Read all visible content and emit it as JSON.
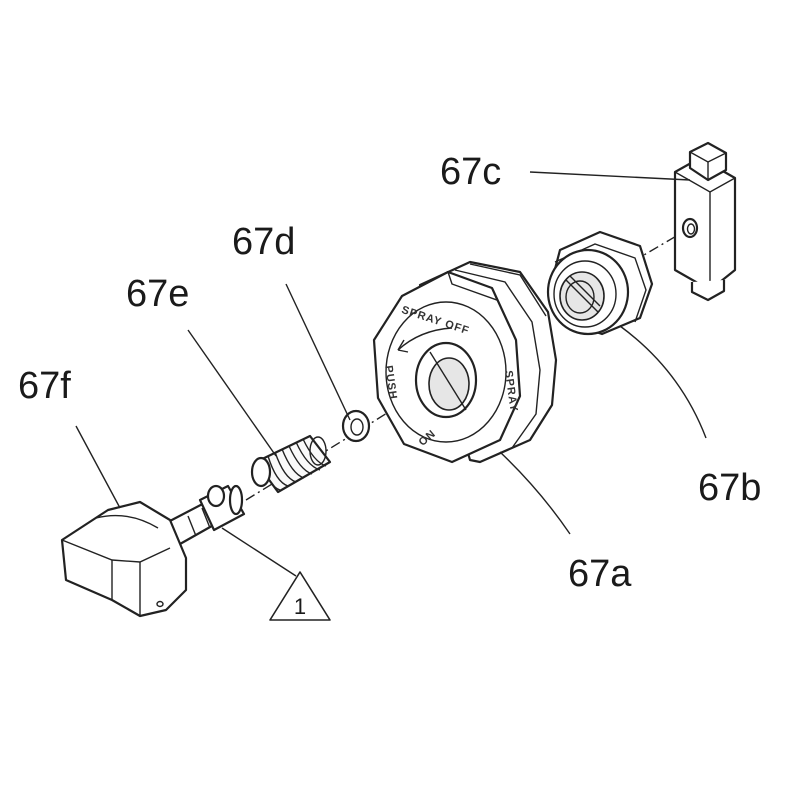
{
  "labels": {
    "part_a": "67a",
    "part_b": "67b",
    "part_c": "67c",
    "part_d": "67d",
    "part_e": "67e",
    "part_f": "67f"
  },
  "warning_marker": "1",
  "ring_text": {
    "top": "SPRAY OFF",
    "left": "PUSH",
    "right": "SPRAY",
    "bottom": "ON"
  }
}
